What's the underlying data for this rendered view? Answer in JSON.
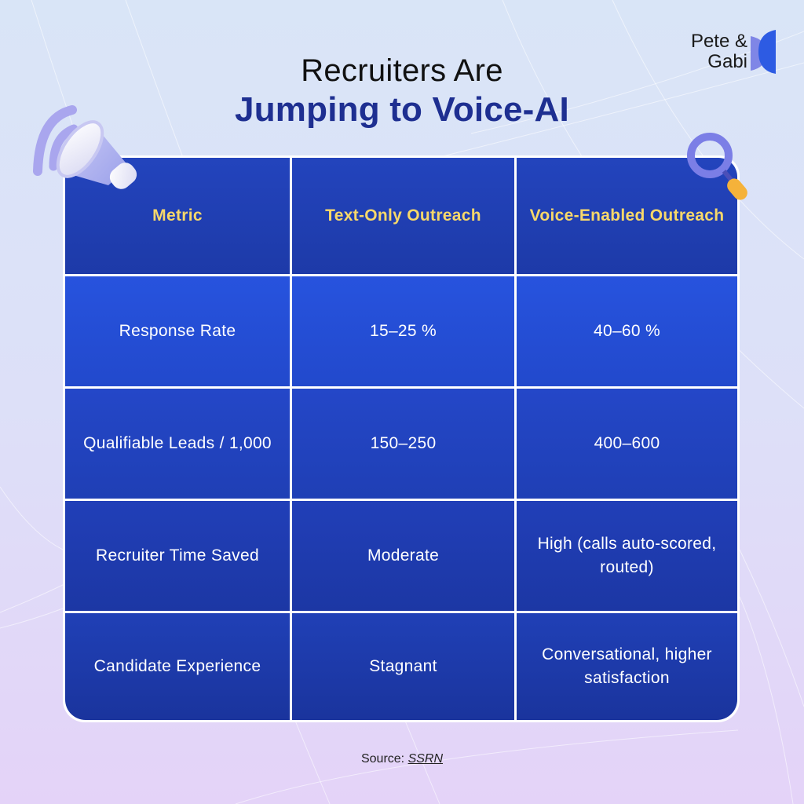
{
  "header": {
    "title_line1": "Recruiters Are",
    "title_line2": "Jumping to Voice-AI"
  },
  "brand": {
    "name_line1": "Pete &",
    "name_line2": "Gabi",
    "logo_icon": "pete-gabi-logo-icon"
  },
  "decorations": {
    "left_icon": "megaphone-icon",
    "right_icon": "magnifier-icon"
  },
  "table": {
    "headers": [
      "Metric",
      "Text-Only Outreach",
      "Voice-Enabled Outreach"
    ],
    "rows": [
      {
        "metric": "Response Rate",
        "text_only": "15–25 %",
        "voice_enabled": "40–60 %"
      },
      {
        "metric": "Qualifiable Leads / 1,000",
        "text_only": "150–250",
        "voice_enabled": "400–600"
      },
      {
        "metric": "Recruiter Time Saved",
        "text_only": "Moderate",
        "voice_enabled": "High (calls auto-scored, routed)"
      },
      {
        "metric": "Candidate Experience",
        "text_only": "Stagnant",
        "voice_enabled": "Conversational, higher satisfaction"
      }
    ]
  },
  "footer": {
    "source_label": "Source:",
    "source_link": "SSRN"
  },
  "colors": {
    "title_accent": "#1e2f91",
    "header_text": "#f7d86a",
    "table_blue": "#2249cc",
    "logo_blue": "#2d5be3",
    "logo_violet": "#7f86e6"
  }
}
